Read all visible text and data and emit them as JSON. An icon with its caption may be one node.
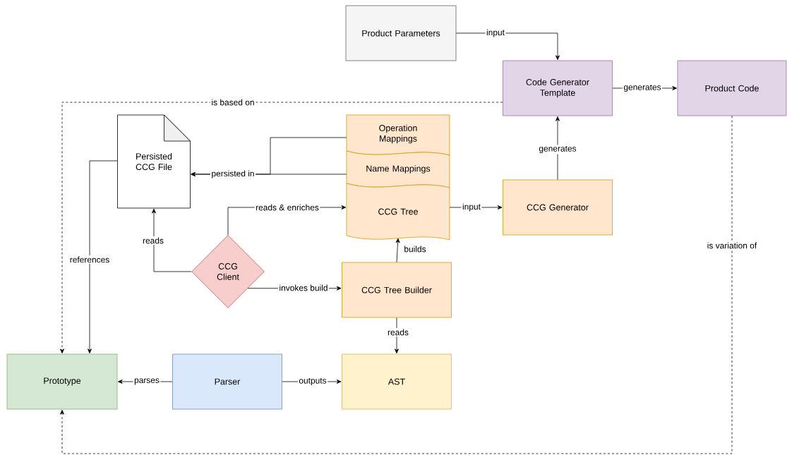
{
  "diagram": {
    "nodes": [
      {
        "text": [
          "Product Parameters"
        ]
      },
      {
        "text": [
          "Code Generator Template"
        ]
      },
      {
        "text": [
          "Product Code"
        ]
      },
      {
        "text": [
          "Persisted CCG File"
        ]
      },
      {
        "text": [
          "Operation Mappings"
        ]
      },
      {
        "text": [
          "Name Mappings"
        ]
      },
      {
        "text": [
          "CCG Tree"
        ]
      },
      {
        "text": [
          "CCG Generator"
        ]
      },
      {
        "text": [
          "CCG Client"
        ]
      },
      {
        "text": [
          "CCG Tree Builder"
        ]
      },
      {
        "text": [
          "Prototype"
        ]
      },
      {
        "text": [
          "Parser"
        ]
      },
      {
        "text": [
          "AST"
        ]
      }
    ],
    "edges": [
      {
        "from": 0,
        "to": 1,
        "arrow": "to",
        "label": "input"
      },
      {
        "from": 1,
        "to": 2,
        "arrow": "to",
        "label": "generates"
      },
      {
        "from": 1,
        "to": 10,
        "arrow": "to",
        "label": "is based on",
        "style": "dashed"
      },
      {
        "from": 2,
        "to": 10,
        "arrow": "to",
        "label": "is variation of",
        "style": "dashed"
      },
      {
        "from": 4,
        "to": 3,
        "arrow": "to",
        "label": "persisted in"
      },
      {
        "from": 5,
        "to": 3,
        "arrow": "to"
      },
      {
        "from": 6,
        "to": 7,
        "arrow": "to",
        "label": "input"
      },
      {
        "from": 7,
        "to": 1,
        "arrow": "to",
        "label": "generates"
      },
      {
        "from": 8,
        "to": 6,
        "arrow": "to",
        "label": "reads & enriches"
      },
      {
        "from": 8,
        "to": 3,
        "arrow": "to",
        "label": "reads"
      },
      {
        "from": 8,
        "to": 9,
        "arrow": "to",
        "label": "invokes build"
      },
      {
        "from": 9,
        "to": 6,
        "arrow": "to",
        "label": "builds"
      },
      {
        "from": 9,
        "to": 12,
        "arrow": "to",
        "label": "reads"
      },
      {
        "from": 11,
        "to": 10,
        "arrow": "to",
        "label": "parses"
      },
      {
        "from": 11,
        "to": 12,
        "arrow": "to",
        "label": "outputs"
      },
      {
        "from": 3,
        "to": 10,
        "arrow": "to",
        "label": "references"
      }
    ]
  }
}
